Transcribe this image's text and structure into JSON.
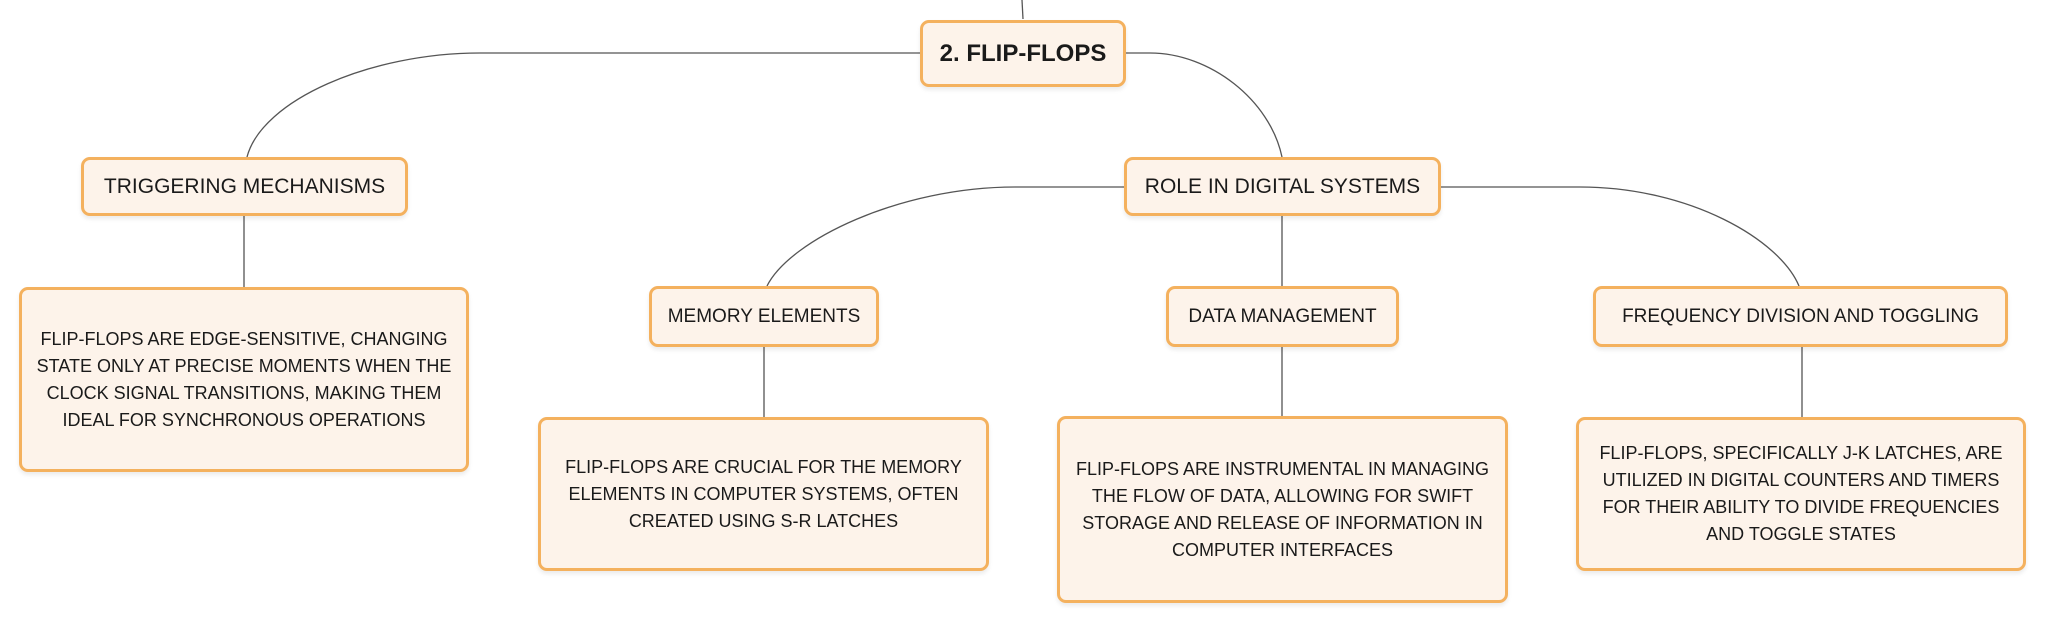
{
  "root": {
    "label": "2. FLIP-FLOPS"
  },
  "branches": {
    "triggering": {
      "label": "TRIGGERING MECHANISMS",
      "description": "FLIP-FLOPS ARE EDGE-SENSITIVE, CHANGING STATE ONLY AT PRECISE MOMENTS WHEN THE CLOCK SIGNAL TRANSITIONS, MAKING THEM IDEAL FOR SYNCHRONOUS OPERATIONS"
    },
    "role": {
      "label": "ROLE IN DIGITAL SYSTEMS",
      "children": {
        "memory": {
          "label": "MEMORY ELEMENTS",
          "description": "FLIP-FLOPS ARE CRUCIAL FOR THE MEMORY ELEMENTS IN COMPUTER SYSTEMS, OFTEN CREATED USING S-R LATCHES"
        },
        "data": {
          "label": "DATA MANAGEMENT",
          "description": "FLIP-FLOPS ARE INSTRUMENTAL IN MANAGING THE FLOW OF DATA, ALLOWING FOR SWIFT STORAGE AND RELEASE OF INFORMATION IN COMPUTER INTERFACES"
        },
        "frequency": {
          "label": "FREQUENCY DIVISION AND TOGGLING",
          "description": "FLIP-FLOPS, SPECIFICALLY J-K LATCHES, ARE UTILIZED IN DIGITAL COUNTERS AND TIMERS FOR THEIR ABILITY TO DIVIDE FREQUENCIES AND TOGGLE STATES"
        }
      }
    }
  },
  "colors": {
    "node_border": "#f4b15e",
    "node_fill": "#fdf3ea",
    "connector": "#555555"
  }
}
